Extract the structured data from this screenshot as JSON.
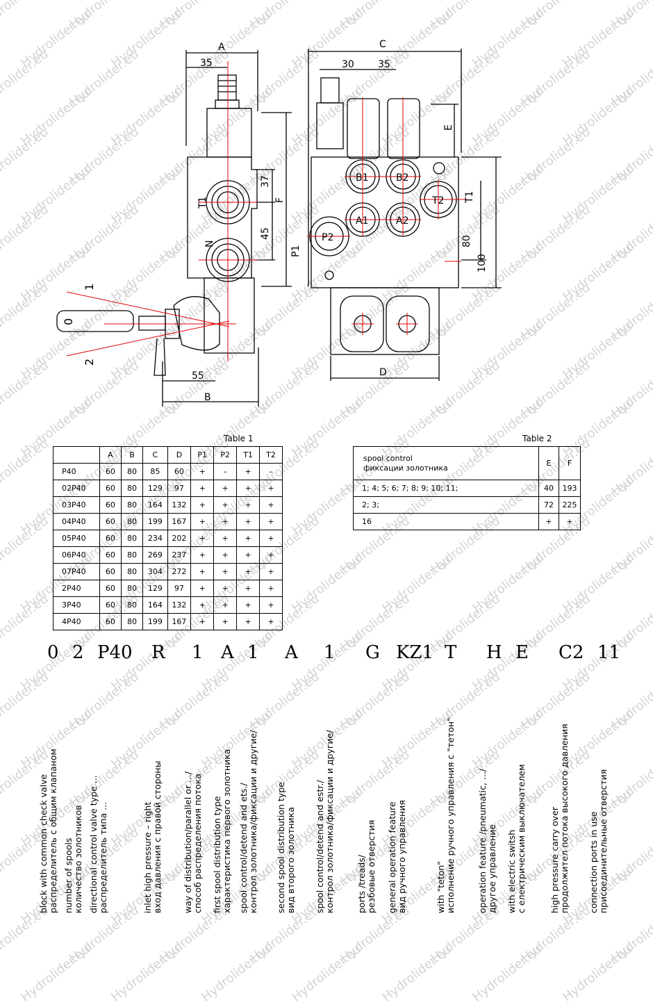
{
  "drawing": {
    "side_view": {
      "dim_A": "A",
      "dim_35": "35",
      "dim_37": "37",
      "dim_45": "45",
      "dim_F": "F",
      "dim_55": "55",
      "dim_B": "B",
      "port_T1": "T1",
      "port_N": "N",
      "lever_0": "0",
      "pos_1": "1",
      "pos_2": "2"
    },
    "front_view": {
      "dim_C": "C",
      "dim_30": "30",
      "dim_35": "35",
      "dim_E": "E",
      "dim_80": "80",
      "dim_100": "100",
      "dim_D": "D",
      "ports": [
        "B1",
        "B2",
        "A1",
        "A2",
        "T2",
        "P2"
      ],
      "label_P1": "P1",
      "label_T1": "T1"
    }
  },
  "table1": {
    "caption": "Table 1",
    "headers": [
      "",
      "A",
      "B",
      "C",
      "D",
      "P1",
      "P2",
      "T1",
      "T2"
    ],
    "rows": [
      [
        "P40",
        "60",
        "80",
        "85",
        "60",
        "+",
        "–",
        "+",
        "–"
      ],
      [
        "02P40",
        "60",
        "80",
        "129",
        "97",
        "+",
        "+",
        "+",
        "+"
      ],
      [
        "03P40",
        "60",
        "80",
        "164",
        "132",
        "+",
        "+",
        "+",
        "+"
      ],
      [
        "04P40",
        "60",
        "80",
        "199",
        "167",
        "+",
        "+",
        "+",
        "+"
      ],
      [
        "05P40",
        "60",
        "80",
        "234",
        "202",
        "+",
        "+",
        "+",
        "+"
      ],
      [
        "06P40",
        "60",
        "80",
        "269",
        "237",
        "+",
        "+",
        "+",
        "+"
      ],
      [
        "07P40",
        "60",
        "80",
        "304",
        "272",
        "+",
        "+",
        "+",
        "+"
      ],
      [
        "2P40",
        "60",
        "80",
        "129",
        "97",
        "+",
        "+",
        "+",
        "+"
      ],
      [
        "3P40",
        "60",
        "80",
        "164",
        "132",
        "+",
        "+",
        "+",
        "+"
      ],
      [
        "4P40",
        "60",
        "80",
        "199",
        "167",
        "+",
        "+",
        "+",
        "+"
      ]
    ]
  },
  "table2": {
    "caption": "Table 2",
    "header_line1": "spool control",
    "header_line2": "фиксации золотника",
    "col_E": "E",
    "col_F": "F",
    "rows": [
      [
        "1;  4;  5;  6;  7;  8;  9;  10;  11;",
        "40",
        "193"
      ],
      [
        "2;  3;",
        "72",
        "225"
      ],
      [
        "16",
        "+",
        "+"
      ]
    ]
  },
  "code": [
    "0",
    "2",
    "P40",
    "R",
    "1",
    "A",
    "1",
    "A",
    "1",
    "G",
    "KZ1",
    "T",
    "H",
    "E",
    "C2",
    "11"
  ],
  "descriptions": [
    {
      "l1": "block with common check valve",
      "l2": "распределитель с общим клапаном"
    },
    {
      "l1": "number of spools",
      "l2": "количество золотников"
    },
    {
      "l1": "directional control valve type ...",
      "l2": "распределитель типа ..."
    },
    {
      "l1": "inlet high pressure – right",
      "l2": "вход давления с правой стороны"
    },
    {
      "l1": "way of distribution/parallel or .../",
      "l2": "способ распределения потока"
    },
    {
      "l1": "first spool distribution type",
      "l2": "характеристика первого золотника"
    },
    {
      "l1": "spool control/detend and ets./",
      "l2": "контрол золотника/фиксации и другие/"
    },
    {
      "l1": "second spool distribution type",
      "l2": "вид второго золотника"
    },
    {
      "l1": "spool control/detend and estr./",
      "l2": "контрол золотника/фиксации и другие/"
    },
    {
      "l1": "ports /treads/",
      "l2": "резбовые отверстия"
    },
    {
      "l1": "general operation feature",
      "l2": "вид ручного управления"
    },
    {
      "l1": "with \"teton\"",
      "l2": "исполнение ручного управления с \"тетон\""
    },
    {
      "l1": "operation feature /pneumatic, .../",
      "l2": "другое управление"
    },
    {
      "l1": "with electric switsh",
      "l2": "с електрическим выключателем"
    },
    {
      "l1": "high pressure carry over",
      "l2": "продолжител потока высокого давления"
    },
    {
      "l1": "connection ports in use",
      "l2": "присоединительные отверстия"
    }
  ],
  "watermark": "Hydrolider.eu"
}
